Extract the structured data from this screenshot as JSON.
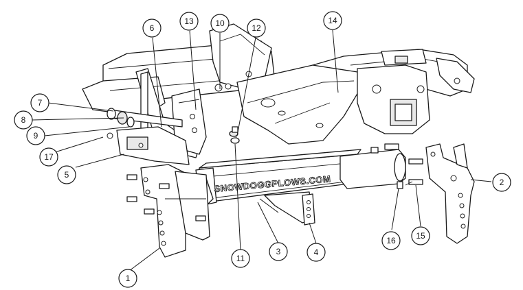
{
  "diagram": {
    "brand_text": "SNOWDOGGPLOWS.COM",
    "callouts": [
      {
        "id": "c1",
        "label": "1"
      },
      {
        "id": "c2",
        "label": "2"
      },
      {
        "id": "c3",
        "label": "3"
      },
      {
        "id": "c4",
        "label": "4"
      },
      {
        "id": "c5",
        "label": "5"
      },
      {
        "id": "c6",
        "label": "6"
      },
      {
        "id": "c7",
        "label": "7"
      },
      {
        "id": "c8",
        "label": "8"
      },
      {
        "id": "c9",
        "label": "9"
      },
      {
        "id": "c10",
        "label": "10"
      },
      {
        "id": "c11",
        "label": "11"
      },
      {
        "id": "c12",
        "label": "12"
      },
      {
        "id": "c13",
        "label": "13"
      },
      {
        "id": "c14",
        "label": "14"
      },
      {
        "id": "c15",
        "label": "15"
      },
      {
        "id": "c16",
        "label": "16"
      },
      {
        "id": "c17",
        "label": "17"
      }
    ]
  }
}
